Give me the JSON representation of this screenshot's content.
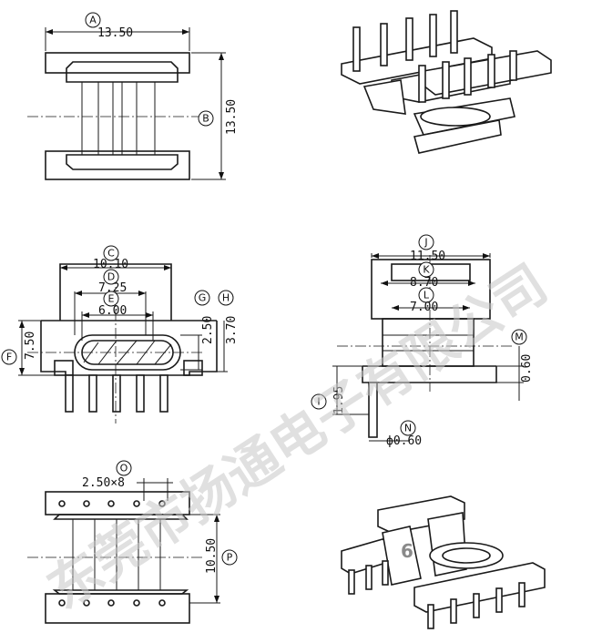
{
  "labels": {
    "A": "A",
    "B": "B",
    "C": "C",
    "D": "D",
    "E": "E",
    "F": "F",
    "G": "G",
    "H": "H",
    "I": "I",
    "J": "J",
    "K": "K",
    "L": "L",
    "M": "M",
    "N": "N",
    "O": "O",
    "P": "P"
  },
  "dimensions": {
    "A": "13.50",
    "B": "13.50",
    "C": "10.10",
    "D": "7.25",
    "E": "6.00",
    "F": "7.50",
    "G": "2.50",
    "H": "3.70",
    "J": "11.50",
    "K": "8.70",
    "L": "7.00",
    "M": "0.60",
    "I": "1.95",
    "N": "ф0.60",
    "O": "2.50×8",
    "P": "10.50"
  },
  "watermark": "东莞市扬通电子有限公司",
  "page_number": "6"
}
